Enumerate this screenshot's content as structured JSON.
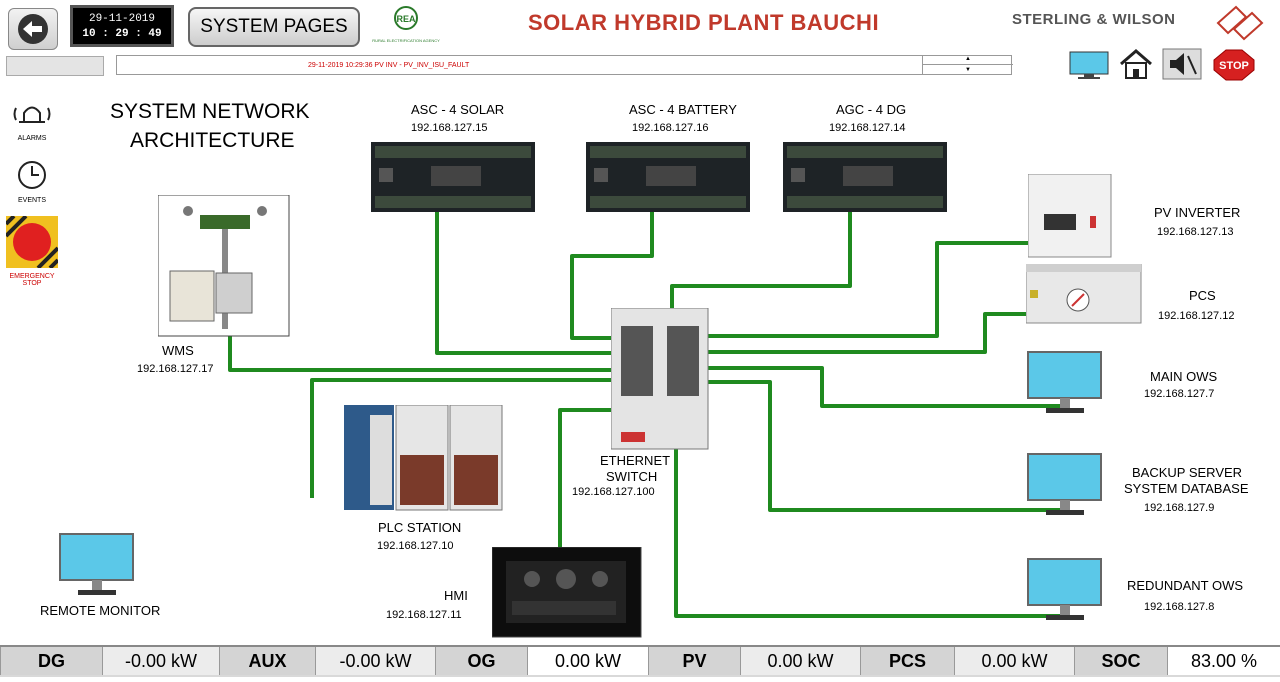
{
  "header": {
    "date": "29-11-2019",
    "time": "10 : 29 : 49",
    "system_pages_label": "SYSTEM PAGES",
    "title": "SOLAR HYBRID PLANT BAUCHI",
    "brand": "STERLING & WILSON",
    "rea_logo_text": "REA",
    "rea_caption": "RURAL ELECTRIFICATION AGENCY"
  },
  "alarm_banner": {
    "text": "29-11-2019 10:29:36 PV INV - PV_INV_ISU_FAULT"
  },
  "sidebar": {
    "alarms_label": "ALARMS",
    "events_label": "EVENTS",
    "emergency_label_1": "EMERGENCY",
    "emergency_label_2": "STOP"
  },
  "toolbar": {
    "stop_label": "STOP"
  },
  "page_heading": {
    "line1": "SYSTEM NETWORK",
    "line2": "ARCHITECTURE"
  },
  "devices": {
    "asc_solar": {
      "name": "ASC - 4 SOLAR",
      "ip": "192.168.127.15"
    },
    "asc_battery": {
      "name": "ASC - 4 BATTERY",
      "ip": "192.168.127.16"
    },
    "agc_dg": {
      "name": "AGC - 4 DG",
      "ip": "192.168.127.14"
    },
    "wms": {
      "name": "WMS",
      "ip": "192.168.127.17"
    },
    "plc": {
      "name": "PLC STATION",
      "ip": "192.168.127.10"
    },
    "hmi": {
      "name": "HMI",
      "ip": "192.168.127.11"
    },
    "switch": {
      "name1": "ETHERNET",
      "name2": "SWITCH",
      "ip": "192.168.127.100"
    },
    "pv_inverter": {
      "name": "PV INVERTER",
      "ip": "192.168.127.13"
    },
    "pcs": {
      "name": "PCS",
      "ip": "192.168.127.12"
    },
    "main_ows": {
      "name": "MAIN OWS",
      "ip": "192.168.127.7"
    },
    "backup_server": {
      "name1": "BACKUP SERVER",
      "name2": "SYSTEM DATABASE",
      "ip": "192.168.127.9"
    },
    "redundant_ows": {
      "name": "REDUNDANT OWS",
      "ip": "192.168.127.8"
    },
    "remote_monitor": {
      "name": "REMOTE MONITOR"
    }
  },
  "status_bar": [
    {
      "label": "DG",
      "value": "-0.00 kW"
    },
    {
      "label": "AUX",
      "value": "-0.00 kW"
    },
    {
      "label": "OG",
      "value": "0.00 kW"
    },
    {
      "label": "PV",
      "value": "0.00 kW"
    },
    {
      "label": "PCS",
      "value": "0.00 kW"
    },
    {
      "label": "SOC",
      "value": "83.00 %"
    }
  ],
  "colors": {
    "title_red": "#c0392b",
    "cable_green": "#1f8a1f",
    "monitor_blue": "#5bc8e8"
  }
}
